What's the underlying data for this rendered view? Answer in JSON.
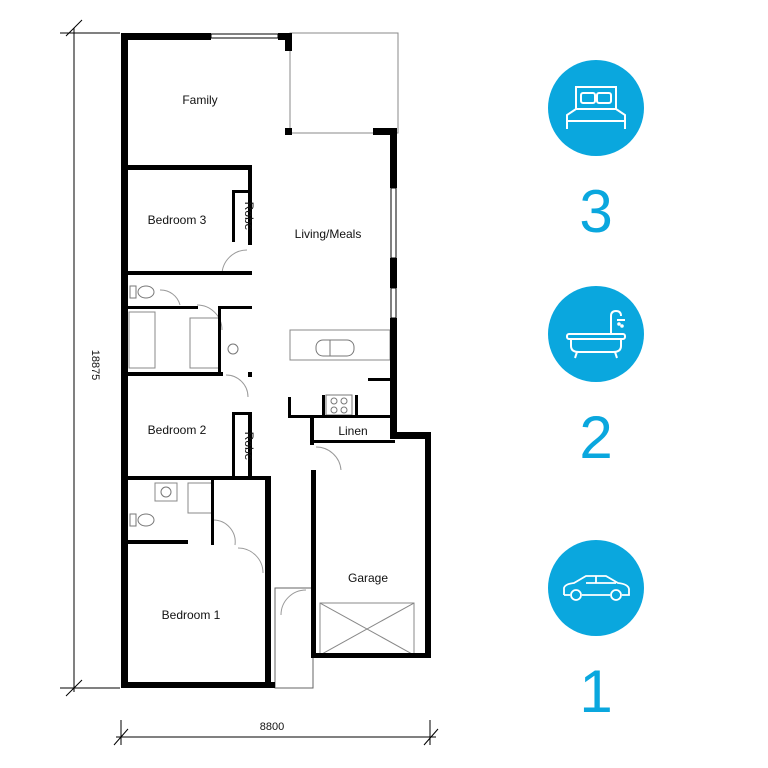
{
  "rooms": {
    "family": "Family",
    "bedroom3": "Bedroom 3",
    "robe3": "Robe",
    "living": "Living/Meals",
    "bedroom2": "Bedroom 2",
    "robe2": "Robe",
    "linen": "Linen",
    "garage": "Garage",
    "bedroom1": "Bedroom 1"
  },
  "dimensions": {
    "depth": "18875",
    "width": "8800"
  },
  "features": [
    {
      "icon": "bed-icon",
      "count": "3"
    },
    {
      "icon": "bath-icon",
      "count": "2"
    },
    {
      "icon": "car-icon",
      "count": "1"
    }
  ],
  "colors": {
    "accent": "#0aa7de",
    "wall": "#000000"
  }
}
